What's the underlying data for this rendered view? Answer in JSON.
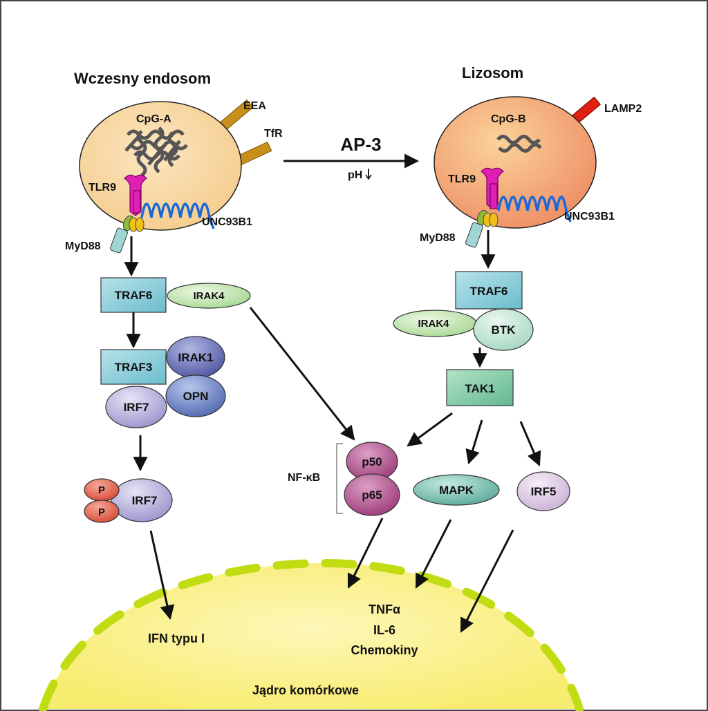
{
  "compartments": {
    "early_endosome": "Wczesny endosom",
    "lysosome": "Lizosom",
    "nucleus": "Jądro komórkowe"
  },
  "markers": {
    "eea": "EEA",
    "tfr": "TfR",
    "lamp2": "LAMP2"
  },
  "ligands": {
    "cpg_a": "CpG-A",
    "cpg_b": "CpG-B"
  },
  "receptors": {
    "tlr9": "TLR9",
    "unc93b1": "UNC93B1",
    "myd88": "MyD88"
  },
  "transport": {
    "ap3": "AP-3",
    "ph": "pH"
  },
  "left_pathway": {
    "traf6": "TRAF6",
    "irak4": "IRAK4",
    "traf3": "TRAF3",
    "irak1": "IRAK1",
    "irf7": "IRF7",
    "opn": "OPN",
    "phospho": "P",
    "irf7_p": "IRF7"
  },
  "right_pathway": {
    "traf6": "TRAF6",
    "irak4": "IRAK4",
    "btk": "BTK",
    "tak1": "TAK1",
    "mapk": "MAPK",
    "irf5": "IRF5"
  },
  "nfkb": {
    "label": "NF-κB",
    "p50": "p50",
    "p65": "p65"
  },
  "outputs": {
    "ifn": "IFN typu I",
    "tnf": "TNFα",
    "il6": "IL-6",
    "chemokines": "Chemokiny"
  },
  "colors": {
    "endosome": "#f9d9a5",
    "lysosome": "#f2a172",
    "nucleus": "#fbf38a",
    "nuclear_dash": "#c2dc14",
    "tlr9": "#e020b4",
    "unc93b1": "#1a68d8",
    "myd88": "#9fd6d4",
    "box_teal": "#8fd0dc",
    "box_green": "#8cd4b0",
    "irak4": "#c8e8b4",
    "irak1": "#6a74b8",
    "irf7": "#b8b4e0",
    "opn": "#7088c8",
    "phospho": "#e05c4c",
    "p50": "#b04c8a",
    "mapk": "#6ab8a8",
    "irf5": "#dcc4e0",
    "marker_bar": "#c89018",
    "lamp2": "#e02010"
  }
}
